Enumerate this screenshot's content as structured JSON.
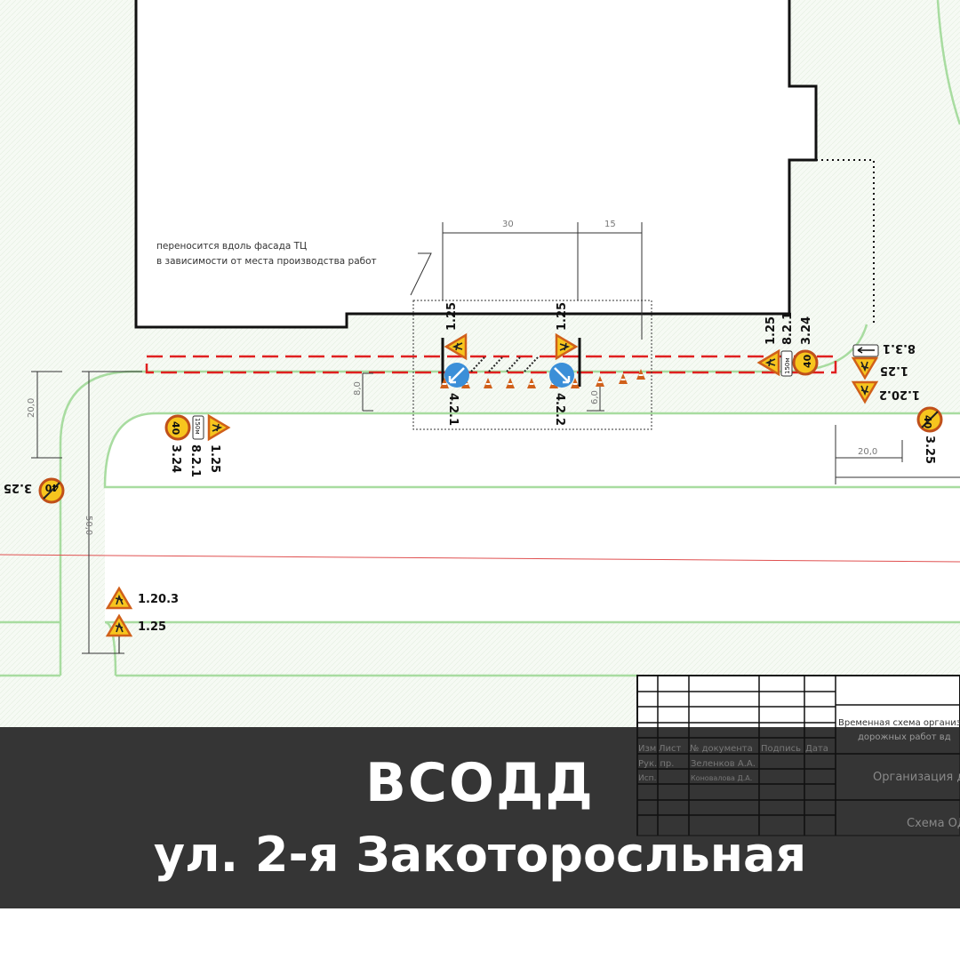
{
  "note": {
    "line1": "переносится вдоль фасада ТЦ",
    "line2": "в зависимости от места производства работ"
  },
  "dimensions": {
    "d30": "30",
    "d15": "15",
    "d8": "8,0",
    "d6": "6,0",
    "d20_left": "20,0",
    "d50": "50,0",
    "d20_right": "20,0"
  },
  "signs": {
    "s125_a": "1.25",
    "s125_b": "1.25",
    "s421": "4.2.1",
    "s422": "4.2.2",
    "s125_c": "1.25",
    "s821_a": "8.2.1",
    "s324_a": "3.24",
    "s831": "8.3.1",
    "s125_d": "1.25",
    "s1202": "1.20.2",
    "s325_right": "3.25",
    "s324_b": "3.24",
    "s821_b": "8.2.1",
    "s125_e": "1.25",
    "s325_left": "3.25",
    "s1203": "1.20.3",
    "s125_f": "1.25",
    "speed": "40",
    "plate": "150м"
  },
  "title_block": {
    "headers": [
      "Изм",
      "Лист",
      "№ документа",
      "Подпись",
      "Дата"
    ],
    "rows": [
      {
        "role": "Рук. пр.",
        "name": "Зеленков А.А."
      },
      {
        "role": "Исп.",
        "name": "Коновалова Д.А."
      }
    ],
    "title_line1": "Временная схема организ",
    "title_line2": "дорожных работ вд",
    "org": "Организация д",
    "scheme": "Схема ОД"
  },
  "banner": {
    "title": "ВСОДД",
    "subtitle": "ул. 2-я Закоторосльная"
  },
  "colors": {
    "road_edge": "#a8dca0",
    "work_zone": "#e02020",
    "sign_yellow": "#f7c51e",
    "sign_blue": "#3b8fd8",
    "banner": "#262626"
  }
}
